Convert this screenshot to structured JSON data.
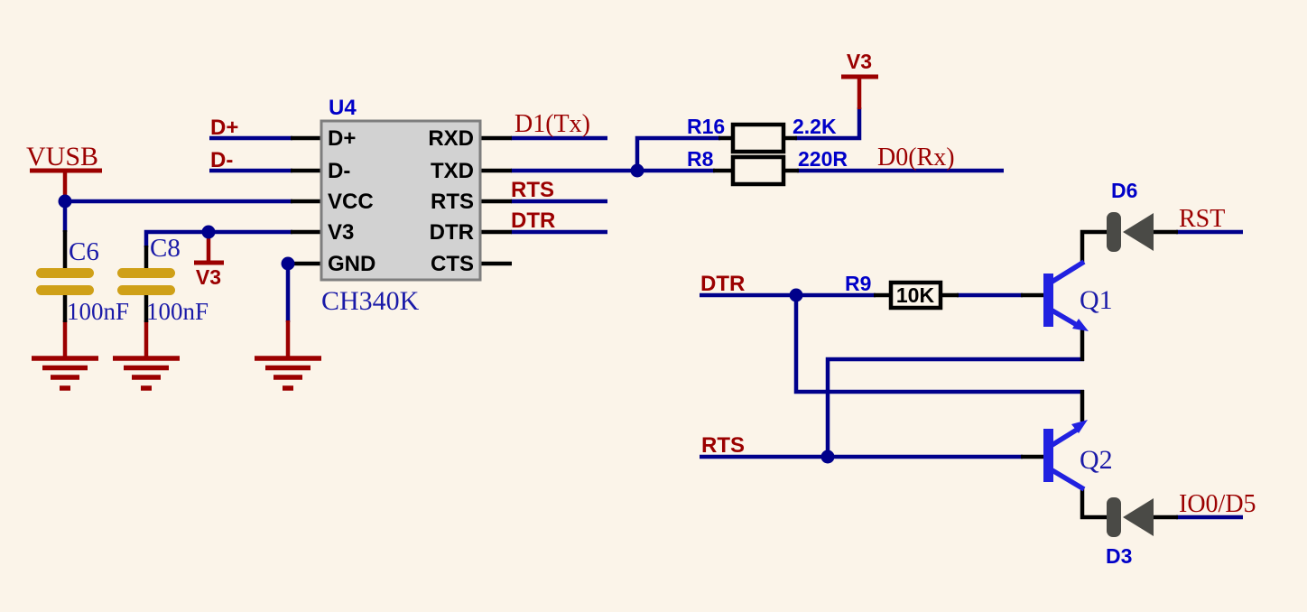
{
  "colors": {
    "bg": "#FBF4E9",
    "wire": "#00008B",
    "red": "#9B0000",
    "desblue": "#0000C8",
    "serifblue": "#1A1AA8",
    "black": "#000000",
    "chipfill": "#D2D2D2",
    "chipstroke": "#7E7E7E",
    "gold": "#CFA018",
    "diodegray": "#4A4A46",
    "transblue": "#2121E0"
  },
  "chip": {
    "designator": "U4",
    "part": "CH340K",
    "pins_left": [
      "D+",
      "D-",
      "VCC",
      "V3",
      "GND"
    ],
    "pins_right": [
      "RXD",
      "TXD",
      "RTS",
      "DTR",
      "CTS"
    ]
  },
  "capacitors": [
    {
      "designator": "C6",
      "value": "100nF"
    },
    {
      "designator": "C8",
      "value": "100nF"
    }
  ],
  "resistors": [
    {
      "designator": "R16",
      "value": "2.2K"
    },
    {
      "designator": "R8",
      "value": "220R"
    },
    {
      "designator": "R9",
      "value": "10K"
    }
  ],
  "transistors": [
    {
      "designator": "Q1"
    },
    {
      "designator": "Q2"
    }
  ],
  "diodes": [
    {
      "designator": "D6"
    },
    {
      "designator": "D3"
    }
  ],
  "power": {
    "vusb": "VUSB",
    "v3_mid": "V3",
    "v3_top": "V3"
  },
  "nets": {
    "dplus": "D+",
    "dminus": "D-",
    "d1tx": "D1(Tx)",
    "d0rx": "D0(Rx)",
    "rts_pin": "RTS",
    "dtr_pin": "DTR",
    "dtr": "DTR",
    "rts": "RTS",
    "rst": "RST",
    "io0d5": "IO0/D5"
  }
}
